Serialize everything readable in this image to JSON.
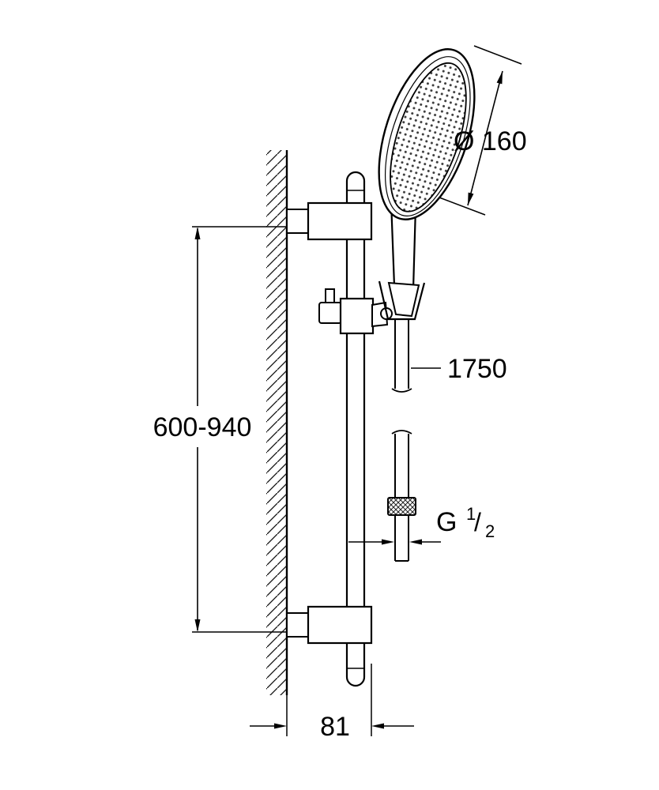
{
  "labels": {
    "head_diameter": "Ø 160",
    "rail_height": "600-940",
    "hose_length": "1750",
    "thread": {
      "prefix": "G",
      "numerator": "1",
      "slash": "/",
      "denominator": "2"
    },
    "wall_offset": "81"
  },
  "colors": {
    "line": "#000000",
    "background": "#ffffff",
    "spray_dots": "#3a3a3a"
  }
}
